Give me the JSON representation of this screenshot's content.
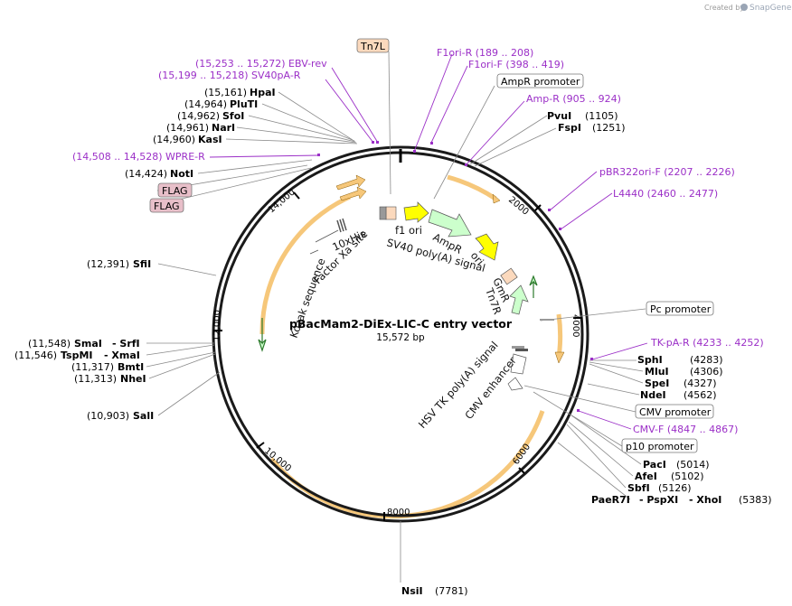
{
  "credit": {
    "prefix": "Created by",
    "brand": "SnapGene"
  },
  "plasmid": {
    "name": "pBacMam2-DiEx-LIC-C entry vector",
    "length": "15,572 bp"
  },
  "tick_labels": [
    "2000",
    "4000",
    "6000",
    "8000",
    "10,000",
    "12,000",
    "14,000"
  ],
  "sites": [
    {
      "id": "hpai",
      "pos": "(15,161)",
      "name": "HpaI"
    },
    {
      "id": "pluti",
      "pos": "(14,964)",
      "name": "PluTI"
    },
    {
      "id": "sfoi",
      "pos": "(14,962)",
      "name": "SfoI"
    },
    {
      "id": "nari",
      "pos": "(14,961)",
      "name": "NarI"
    },
    {
      "id": "kasi",
      "pos": "(14,960)",
      "name": "KasI"
    },
    {
      "id": "noti",
      "pos": "(14,424)",
      "name": "NotI"
    },
    {
      "id": "sfii",
      "pos": "(12,391)",
      "name": "SfiI"
    },
    {
      "id": "smai",
      "pos": "(11,548)",
      "name": "SmaI",
      "name2": "- SrfI"
    },
    {
      "id": "tspmi",
      "pos": "(11,546)",
      "name": "TspMI",
      "name2": "- XmaI"
    },
    {
      "id": "bmti",
      "pos": "(11,317)",
      "name": "BmtI"
    },
    {
      "id": "nhei",
      "pos": "(11,313)",
      "name": "NheI"
    },
    {
      "id": "sali",
      "pos": "(10,903)",
      "name": "SalI"
    },
    {
      "id": "nsii",
      "pos": "(7781)",
      "name": "NsiI"
    },
    {
      "id": "pvui",
      "pos": "(1105)",
      "name": "PvuI"
    },
    {
      "id": "fspi",
      "pos": "(1251)",
      "name": "FspI"
    },
    {
      "id": "sphi",
      "pos": "(4283)",
      "name": "SphI"
    },
    {
      "id": "mlui",
      "pos": "(4306)",
      "name": "MluI"
    },
    {
      "id": "spei",
      "pos": "(4327)",
      "name": "SpeI"
    },
    {
      "id": "ndei",
      "pos": "(4562)",
      "name": "NdeI"
    },
    {
      "id": "paci",
      "pos": "(5014)",
      "name": "PacI"
    },
    {
      "id": "afei",
      "pos": "(5102)",
      "name": "AfeI"
    },
    {
      "id": "sbfi",
      "pos": "(5126)",
      "name": "SbfI"
    },
    {
      "id": "paer7i",
      "pos": "(5383)",
      "name": "PaeR7I",
      "name2": "- PspXI",
      "name3": "- XhoI"
    }
  ],
  "primers": [
    {
      "id": "ebvrev",
      "text": "(15,253 .. 15,272)  EBV-rev"
    },
    {
      "id": "sv40par",
      "text": "(15,199 .. 15,218)  SV40pA-R"
    },
    {
      "id": "wprer",
      "text": "(14,508 .. 14,528)  WPRE-R"
    },
    {
      "id": "f1orir",
      "text": "F1ori-R    (189 .. 208)"
    },
    {
      "id": "f1orif",
      "text": "F1ori-F    (398 .. 419)"
    },
    {
      "id": "ampr",
      "text": "Amp-R    (905 .. 924)"
    },
    {
      "id": "pbr322",
      "text": "pBR322ori-F    (2207 .. 2226)"
    },
    {
      "id": "l4440",
      "text": "L4440    (2460 .. 2477)"
    },
    {
      "id": "tkpar",
      "text": "TK-pA-R    (4233 .. 4252)"
    },
    {
      "id": "cmvf",
      "text": "CMV-F    (4847 .. 4867)"
    }
  ],
  "boxes": [
    {
      "id": "tn7l",
      "text": "Tn7L",
      "color": "#fbd9bd"
    },
    {
      "id": "flag1",
      "text": "FLAG",
      "color": "#e8bfc9"
    },
    {
      "id": "flag2",
      "text": "FLAG",
      "color": "#e8bfc9"
    },
    {
      "id": "amprpromoter",
      "text": "AmpR promoter",
      "color": "#ffffff"
    },
    {
      "id": "pcpromoter",
      "text": "Pc promoter",
      "color": "#ffffff"
    },
    {
      "id": "cmvpromoter",
      "text": "CMV promoter",
      "color": "#ffffff"
    },
    {
      "id": "p10promoter",
      "text": "p10 promoter",
      "color": "#ffffff"
    }
  ],
  "features": {
    "f1ori": "f1 ori",
    "ampr": "AmpR",
    "ori": "ori",
    "sv40polya": "SV40 poly(A) signal",
    "tenxhis": "10xHis",
    "factorxa": "Factor Xa site",
    "kozak": "Kozak sequence",
    "gmr": "GmR",
    "tn7r": "Tn7R",
    "hsvtk": "HSV TK poly(A) signal",
    "cmvenhancer": "CMV enhancer"
  },
  "colors": {
    "backbone": "#1a1a1a",
    "orf": "#f6c77a",
    "yellow": "#ffff00",
    "green": "#ccffcc",
    "primer": "#9b2fc7",
    "site_line": "#777777"
  }
}
